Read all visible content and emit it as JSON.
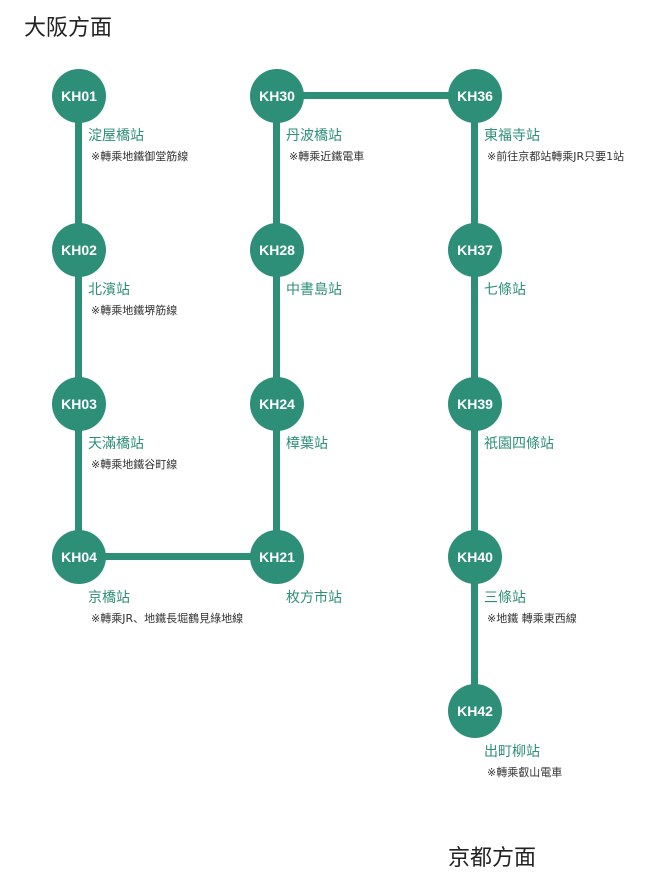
{
  "directions": {
    "top": "大阪方面",
    "bottom": "京都方面"
  },
  "colors": {
    "line": "#2e8f78",
    "name_text": "#2e8f78"
  },
  "stations": [
    {
      "code": "KH01",
      "name": "淀屋橋站",
      "note": "※轉乘地鐵御堂筋線"
    },
    {
      "code": "KH02",
      "name": "北濱站",
      "note": "※轉乘地鐵堺筋線"
    },
    {
      "code": "KH03",
      "name": "天滿橋站",
      "note": "※轉乘地鐵谷町線"
    },
    {
      "code": "KH04",
      "name": "京橋站",
      "note": "※轉乘JR、地鐵長堀鶴見綠地線"
    },
    {
      "code": "KH21",
      "name": "枚方市站",
      "note": ""
    },
    {
      "code": "KH24",
      "name": "樟葉站",
      "note": ""
    },
    {
      "code": "KH28",
      "name": "中書島站",
      "note": ""
    },
    {
      "code": "KH30",
      "name": "丹波橋站",
      "note": "※轉乘近鐵電車"
    },
    {
      "code": "KH36",
      "name": "東福寺站",
      "note": "※前往京都站轉乘JR只要1站"
    },
    {
      "code": "KH37",
      "name": "七條站",
      "note": ""
    },
    {
      "code": "KH39",
      "name": "祇園四條站",
      "note": ""
    },
    {
      "code": "KH40",
      "name": "三條站",
      "note": "※地鐵 轉乘東西線"
    },
    {
      "code": "KH42",
      "name": "出町柳站",
      "note": "※轉乘叡山電車"
    }
  ]
}
